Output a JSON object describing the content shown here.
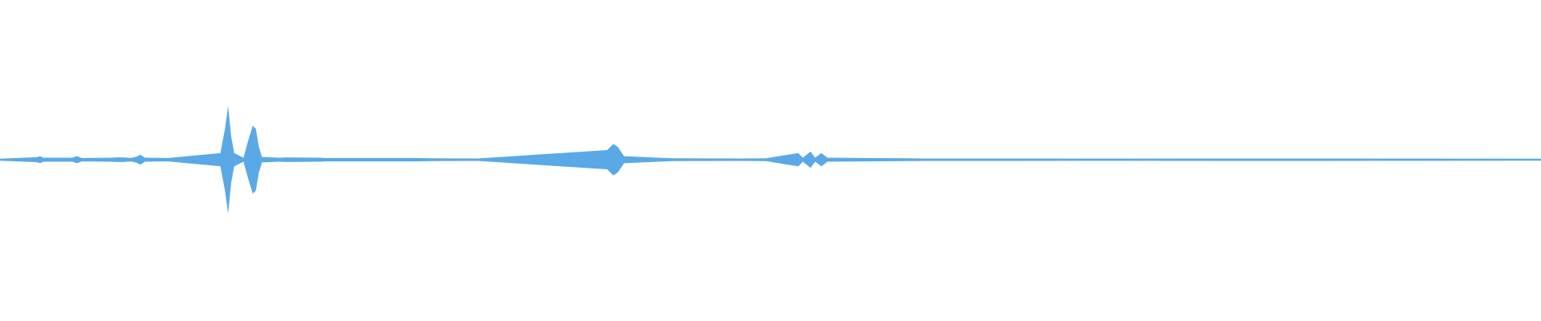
{
  "waveform": {
    "color": "#5aa9e6",
    "background": "#ffffff",
    "samples": [
      {
        "t": 0.0,
        "a": 0.003
      },
      {
        "t": 0.024,
        "a": 0.013
      },
      {
        "t": 0.026,
        "a": 0.02
      },
      {
        "t": 0.028,
        "a": 0.01
      },
      {
        "t": 0.047,
        "a": 0.01
      },
      {
        "t": 0.05,
        "a": 0.02
      },
      {
        "t": 0.053,
        "a": 0.008
      },
      {
        "t": 0.072,
        "a": 0.01
      },
      {
        "t": 0.076,
        "a": 0.012
      },
      {
        "t": 0.08,
        "a": 0.012
      },
      {
        "t": 0.085,
        "a": 0.008
      },
      {
        "t": 0.089,
        "a": 0.018
      },
      {
        "t": 0.091,
        "a": 0.03
      },
      {
        "t": 0.094,
        "a": 0.01
      },
      {
        "t": 0.109,
        "a": 0.008
      },
      {
        "t": 0.143,
        "a": 0.04
      },
      {
        "t": 0.146,
        "a": 0.2
      },
      {
        "t": 0.148,
        "a": 0.35
      },
      {
        "t": 0.15,
        "a": 0.15
      },
      {
        "t": 0.152,
        "a": 0.04
      },
      {
        "t": 0.158,
        "a": 0.01
      },
      {
        "t": 0.161,
        "a": 0.12
      },
      {
        "t": 0.164,
        "a": 0.22
      },
      {
        "t": 0.166,
        "a": 0.2
      },
      {
        "t": 0.168,
        "a": 0.08
      },
      {
        "t": 0.17,
        "a": 0.015
      },
      {
        "t": 0.181,
        "a": 0.01
      },
      {
        "t": 0.186,
        "a": 0.012
      },
      {
        "t": 0.208,
        "a": 0.01
      },
      {
        "t": 0.211,
        "a": 0.008
      },
      {
        "t": 0.26,
        "a": 0.008
      },
      {
        "t": 0.27,
        "a": 0.008
      },
      {
        "t": 0.28,
        "a": 0.006
      },
      {
        "t": 0.31,
        "a": 0.005
      },
      {
        "t": 0.394,
        "a": 0.06
      },
      {
        "t": 0.398,
        "a": 0.1
      },
      {
        "t": 0.401,
        "a": 0.08
      },
      {
        "t": 0.405,
        "a": 0.02
      },
      {
        "t": 0.436,
        "a": 0.006
      },
      {
        "t": 0.48,
        "a": 0.005
      },
      {
        "t": 0.497,
        "a": 0.006
      },
      {
        "t": 0.518,
        "a": 0.04
      },
      {
        "t": 0.521,
        "a": 0.01
      },
      {
        "t": 0.526,
        "a": 0.05
      },
      {
        "t": 0.529,
        "a": 0.01
      },
      {
        "t": 0.533,
        "a": 0.04
      },
      {
        "t": 0.537,
        "a": 0.01
      },
      {
        "t": 0.6,
        "a": 0.005
      },
      {
        "t": 0.7,
        "a": 0.004
      },
      {
        "t": 0.8,
        "a": 0.005
      },
      {
        "t": 0.9,
        "a": 0.004
      },
      {
        "t": 1.0,
        "a": 0.003
      }
    ]
  }
}
